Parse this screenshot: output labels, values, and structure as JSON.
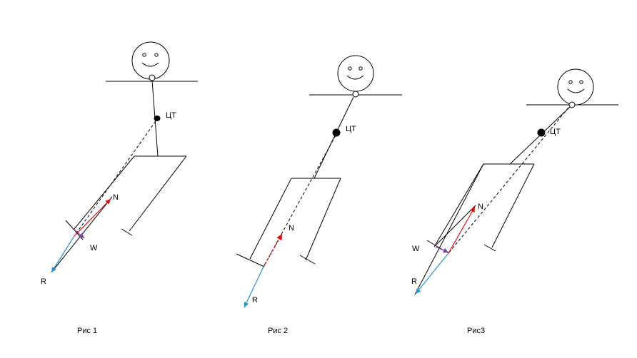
{
  "figures": [
    {
      "id": "fig1",
      "caption": "Рис 1",
      "cg_label": "ЦТ",
      "n_label": "N",
      "w_label": "W",
      "r_label": "R"
    },
    {
      "id": "fig2",
      "caption": "Рис 2",
      "cg_label": "ЦТ",
      "n_label": "N",
      "r_label": "R"
    },
    {
      "id": "fig3",
      "caption": "Рис3",
      "cg_label": "ЦТ",
      "n_label": "N",
      "w_label": "W",
      "r_label": "R"
    }
  ],
  "colors": {
    "line": "#000000",
    "red_vector": "#e01010",
    "blue_vector": "#2b8fd0",
    "purple_vector": "#8040a0"
  },
  "icons": {
    "head": "smiley-face-icon",
    "cg_marker": "filled-dot-icon"
  }
}
